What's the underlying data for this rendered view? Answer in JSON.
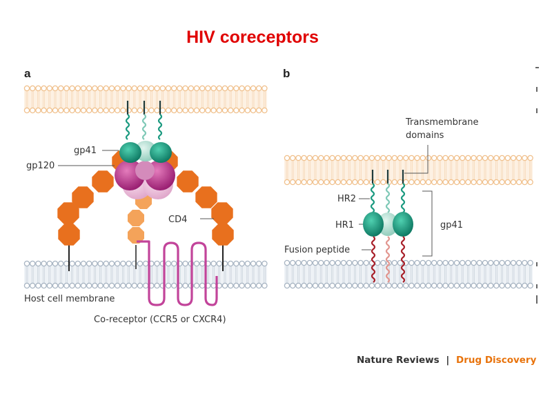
{
  "slide": {
    "title": "HIV coreceptors",
    "title_color": "#e00000"
  },
  "panel_a": {
    "letter": "a",
    "labels": {
      "gp41": "gp41",
      "gp120": "gp120",
      "cd4": "CD4",
      "host_membrane": "Host cell membrane",
      "coreceptor": "Co-receptor (CCR5 or CXCR4)"
    }
  },
  "panel_b": {
    "letter": "b",
    "labels": {
      "transmembrane_line1": "Transmembrane",
      "transmembrane_line2": "domains",
      "hr2": "HR2",
      "hr1": "HR1",
      "gp41": "gp41",
      "fusion_peptide": "Fusion peptide"
    }
  },
  "credit": {
    "journal": "Nature Reviews",
    "separator": "|",
    "section": "Drug Discovery",
    "section_color": "#e8730c"
  },
  "colors": {
    "lipid_tan": "#f0c08c",
    "lipid_gray": "#a7b4c2",
    "helix_teal": "#1b9a80",
    "helix_light": "#7fc9b7",
    "gp120_magenta": "#b6328a",
    "cd4_orange": "#e8701e",
    "cd4_light": "#f4a35a",
    "coreceptor": "#c2449a",
    "fusion_red": "#a8202a"
  }
}
